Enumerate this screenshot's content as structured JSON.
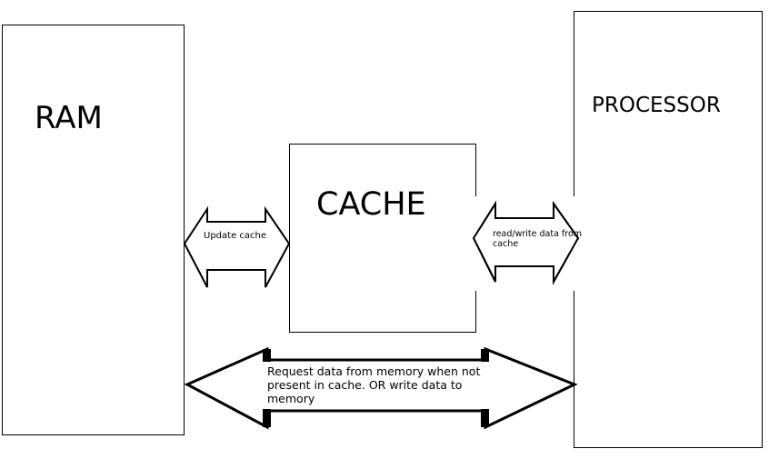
{
  "ram": {
    "label": "RAM"
  },
  "cache": {
    "label": "CACHE"
  },
  "processor": {
    "label": "PROCESSOR"
  },
  "arrows": {
    "ram_cache": "Update cache",
    "cache_processor": "read/write data from cache",
    "ram_processor": "Request data from memory when not present in cache. OR write data to memory"
  }
}
